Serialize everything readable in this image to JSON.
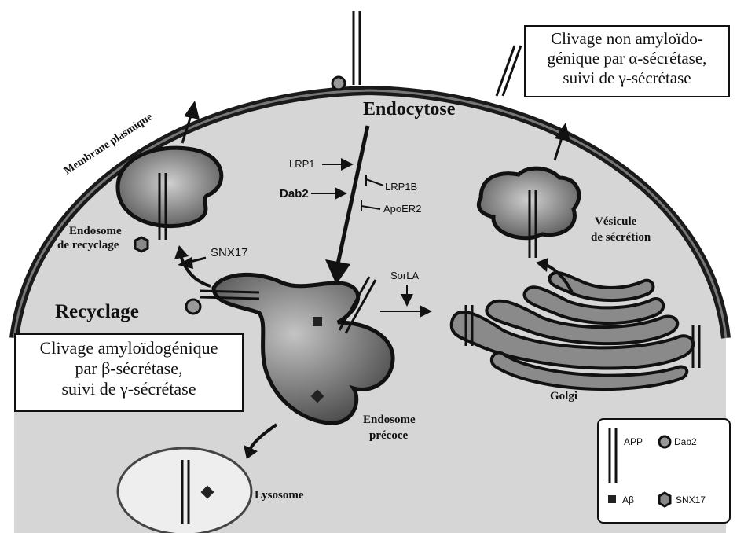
{
  "labels": {
    "membrane": "Membrane plasmique",
    "endocytosis": "Endocytose",
    "lrp1": "LRP1",
    "dab2": "Dab2",
    "lrp1b": "LRP1B",
    "apoer2": "ApoER2",
    "recycling_endosome": [
      "Endosome",
      "de recyclage"
    ],
    "snx17": "SNX17",
    "recycling": "Recyclage",
    "sorla": "SorLA",
    "secretory_vesicle": [
      "Vésicule",
      "de sécrétion"
    ],
    "golgi": "Golgi",
    "early_endosome": [
      "Endosome",
      "précoce"
    ],
    "lysosome": "Lysosome"
  },
  "boxes": {
    "non_amyloidogenic": [
      "Clivage non amyloïdo-",
      "génique par α-sécrétase,",
      "suivi de γ-sécrétase"
    ],
    "amyloidogenic": [
      "Clivage amyloïdogénique",
      "par β-sécrétase,",
      "suivi de γ-sécrétase"
    ]
  },
  "legend": {
    "app": "APP",
    "dab2": "Dab2",
    "abeta": "Aβ",
    "snx17": "SNX17"
  },
  "colors": {
    "cell_fill": "#d6d6d6",
    "membrane": "#1a1a1a",
    "organelle_fill": "#8a8a8a",
    "lysosome_fill": "#eeeeee"
  }
}
